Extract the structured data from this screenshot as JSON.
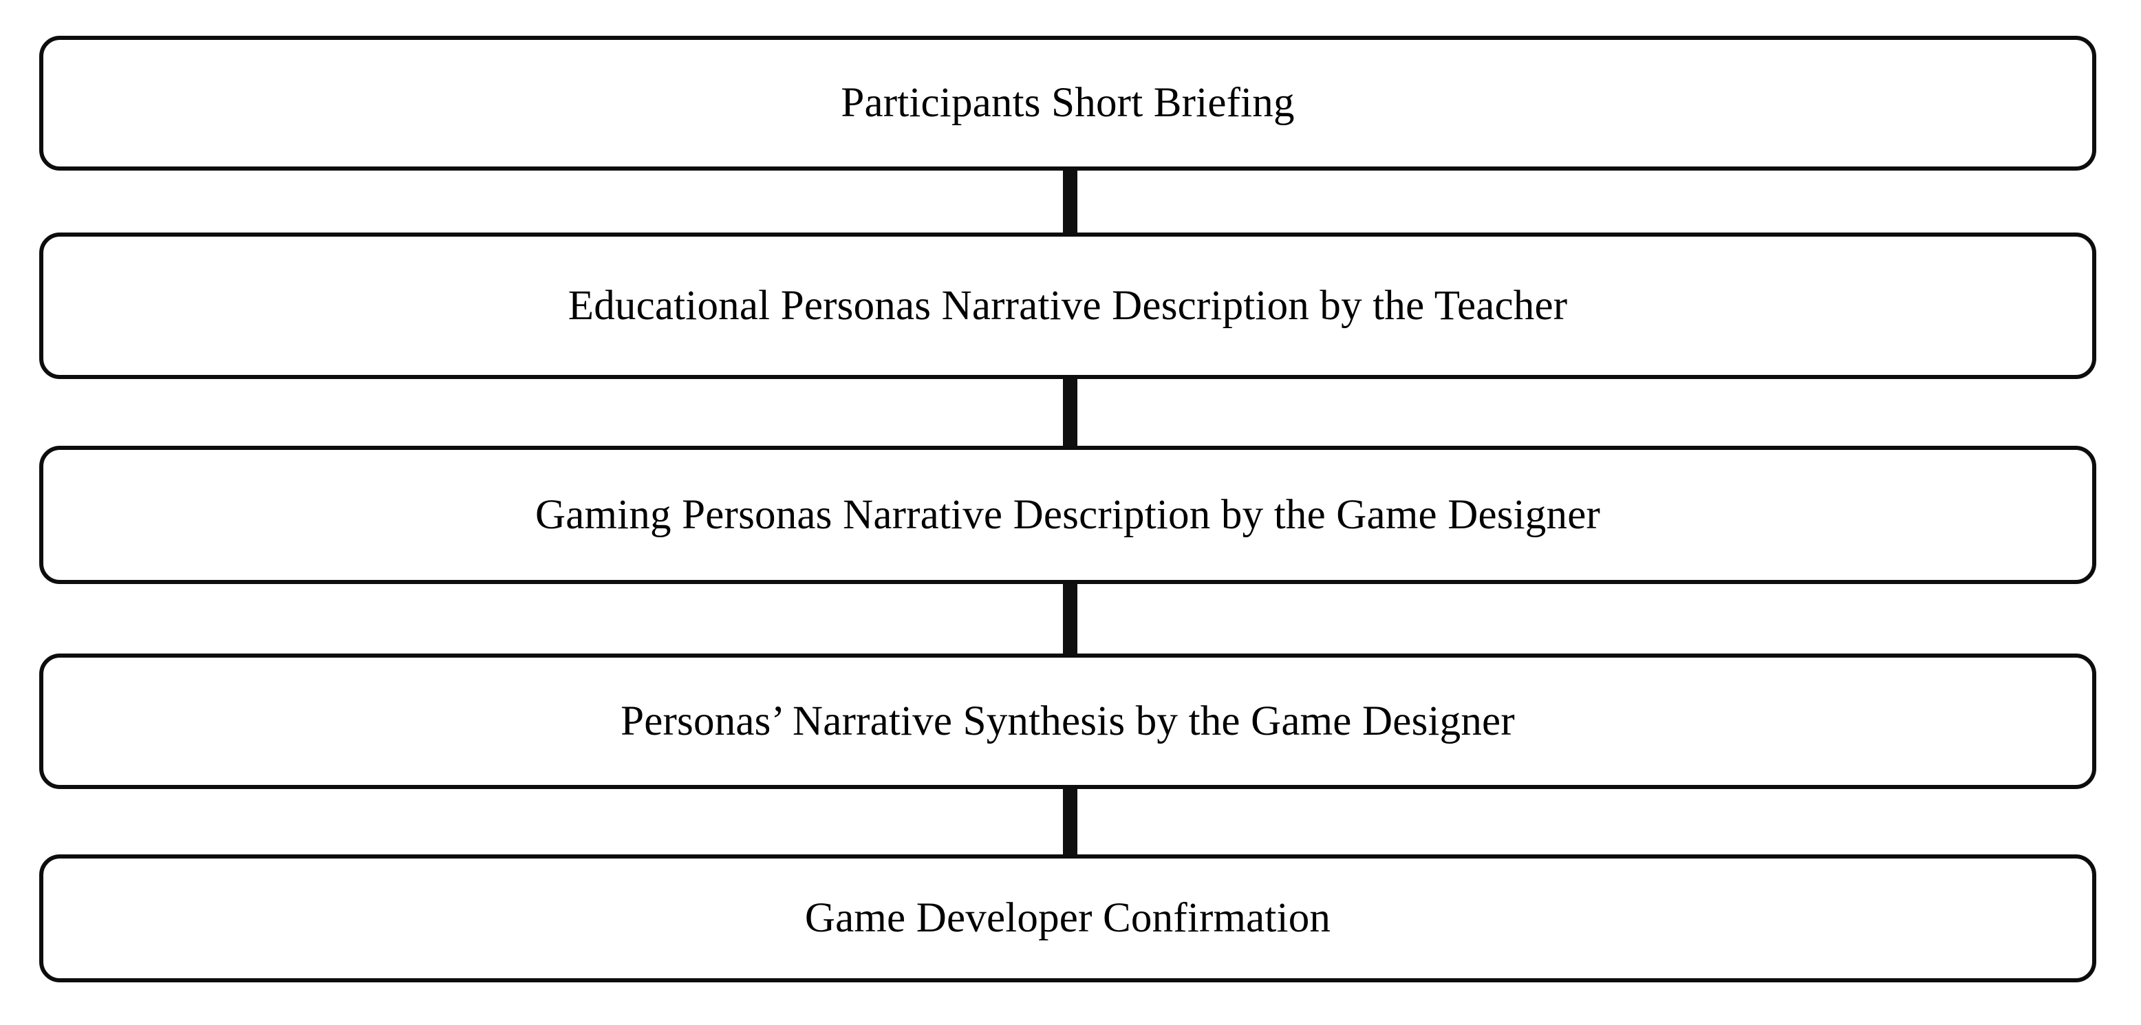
{
  "diagram": {
    "type": "flowchart",
    "orientation": "vertical",
    "title": "",
    "background_color": "#ffffff",
    "node_shape": "rounded-rectangle",
    "node_border_color": "#0d0d0d",
    "node_fill_color": "#ffffff",
    "connector_color": "#100f0f",
    "text_color": "#000000",
    "nodes": [
      {
        "id": "node-0",
        "label": "Participants Short Briefing"
      },
      {
        "id": "node-1",
        "label": "Educational Personas Narrative Description by the Teacher"
      },
      {
        "id": "node-2",
        "label": "Gaming Personas Narrative Description by the Game Designer"
      },
      {
        "id": "node-3",
        "label": "Personas’ Narrative Synthesis by the Game Designer"
      },
      {
        "id": "node-4",
        "label": "Game Developer Confirmation"
      }
    ],
    "connectors": [
      {
        "id": "connector-0",
        "from": "node-0",
        "to": "node-1"
      },
      {
        "id": "connector-1",
        "from": "node-1",
        "to": "node-2"
      },
      {
        "id": "connector-2",
        "from": "node-2",
        "to": "node-3"
      },
      {
        "id": "connector-3",
        "from": "node-3",
        "to": "node-4"
      }
    ]
  }
}
